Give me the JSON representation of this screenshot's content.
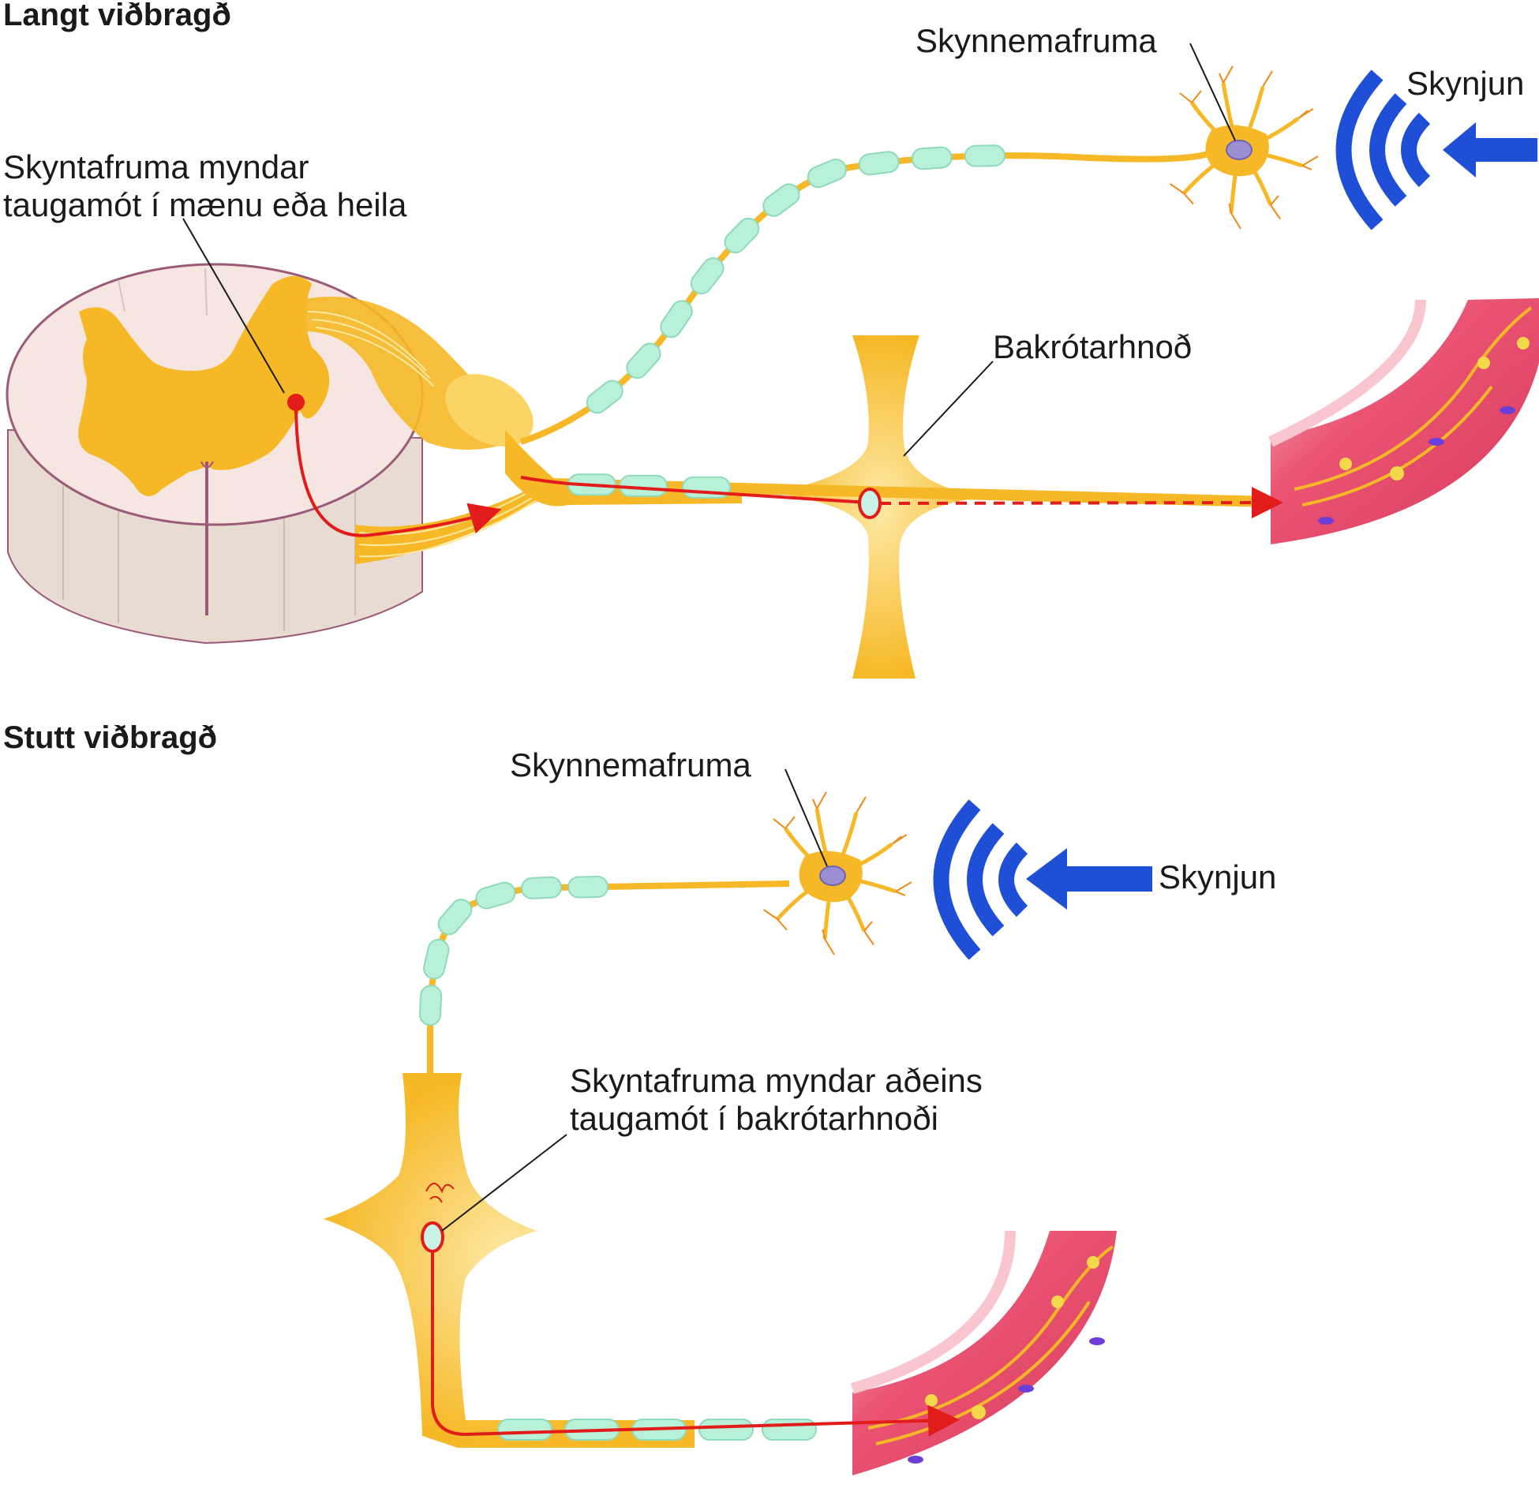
{
  "long_reflex": {
    "heading": "Langt viðbragð",
    "receptor_label": "Skynnemafruma",
    "stimulus_label": "Skynjun",
    "interneuron_label_line1": "Skyntafruma myndar",
    "interneuron_label_line2": "taugamót í mænu eða heila",
    "ganglion_label": "Bakrótarhnoð"
  },
  "short_reflex": {
    "heading": "Stutt viðbragð",
    "receptor_label": "Skynnemafruma",
    "stimulus_label": "Skynjun",
    "synapse_label_line1": "Skyntafruma myndar aðeins",
    "synapse_label_line2": "taugamót í bakrótarhnoði"
  },
  "colors": {
    "nerve": "#f6b826",
    "nerve_light": "#fcd66a",
    "myelin": "#b8f0d8",
    "signal": "#e21b1b",
    "stimulus": "#1f4fd6",
    "receptor_nucleus": "#9a8fd0",
    "cord_white": "#f5e6e1",
    "cord_outline": "#9b5a78",
    "muscle": "#e84a6a",
    "muscle_light": "#f8b7c4"
  },
  "icons": [
    "receptor-neuron-icon",
    "stimulus-waves-icon",
    "stimulus-arrow-icon",
    "spinal-cord-icon",
    "ganglion-icon",
    "muscle-tissue-icon"
  ]
}
